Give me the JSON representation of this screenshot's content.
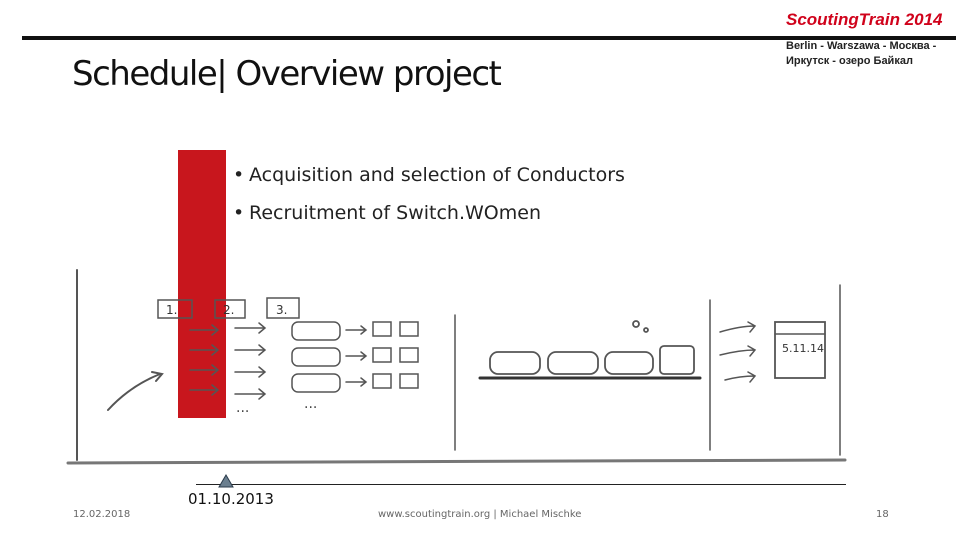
{
  "brand": {
    "title": "ScoutingTrain 2014",
    "route_line1": "Berlin - Warszawa - Москва -",
    "route_line2": "Иркутск - озеро Байкал",
    "accent_color": "#d0021b"
  },
  "slide": {
    "title": "Schedule| Overview project",
    "bullets": [
      "Acquisition and selection of Conductors",
      "Recruitment of Switch.WOmen"
    ],
    "highlight_color": "#c8161d"
  },
  "timeline": {
    "steps": [
      "1.",
      "2.",
      "3."
    ],
    "milestone_label": "01.10.2013",
    "milestone_icon": "triangle-marker-icon",
    "calendar_text": "5.11.14",
    "ellipsis": "..."
  },
  "footer": {
    "date": "12.02.2018",
    "url": "www.scoutingtrain.org | Michael Mischke",
    "page": "18"
  }
}
